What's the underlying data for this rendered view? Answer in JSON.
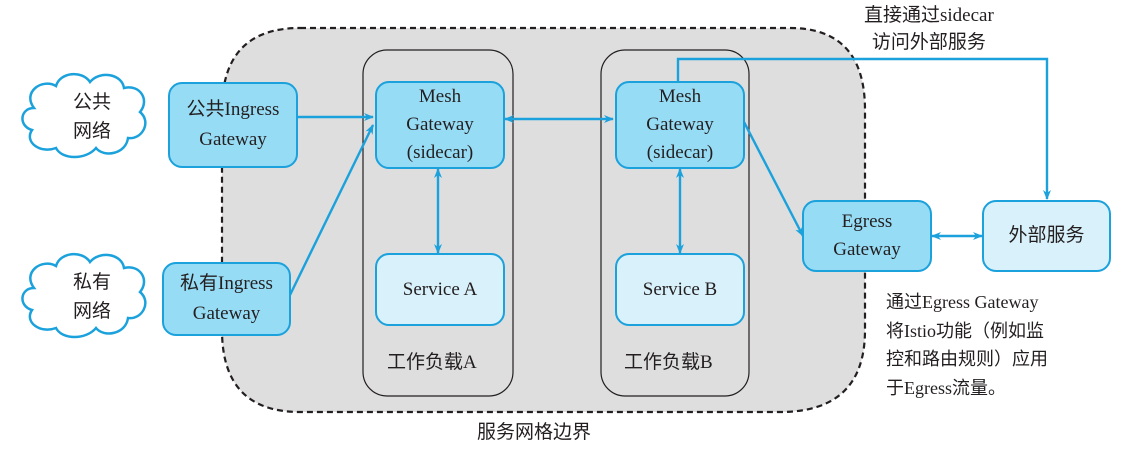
{
  "title": "Istio Egress Gateway service mesh diagram",
  "colors": {
    "accent": "#1ba1dc",
    "node_dark": "#97dcf5",
    "node_light": "#d9f1fb",
    "mesh_fill": "#dedede"
  },
  "clouds": {
    "public": {
      "line1": "公共",
      "line2": "网络"
    },
    "private": {
      "line1": "私有",
      "line2": "网络"
    }
  },
  "nodes": {
    "public_ingress": {
      "line1": "公共Ingress",
      "line2": "Gateway"
    },
    "private_ingress": {
      "line1": "私有Ingress",
      "line2": "Gateway"
    },
    "mesh_gw_a": {
      "line1": "Mesh",
      "line2": "Gateway",
      "line3": "(sidecar)"
    },
    "mesh_gw_b": {
      "line1": "Mesh",
      "line2": "Gateway",
      "line3": "(sidecar)"
    },
    "service_a": {
      "label": "Service A"
    },
    "service_b": {
      "label": "Service B"
    },
    "egress_gw": {
      "line1": "Egress",
      "line2": "Gateway"
    },
    "external": {
      "label": "外部服务"
    }
  },
  "groups": {
    "workload_a": "工作负载A",
    "workload_b": "工作负载B",
    "mesh_boundary": "服务网格边界"
  },
  "annotations": {
    "sidecar_direct": {
      "line1": "直接通过sidecar",
      "line2": "访问外部服务"
    },
    "egress_note": {
      "line1": "通过Egress Gateway",
      "line2": "将Istio功能（例如监",
      "line3": "控和路由规则）应用",
      "line4": "于Egress流量。"
    }
  }
}
